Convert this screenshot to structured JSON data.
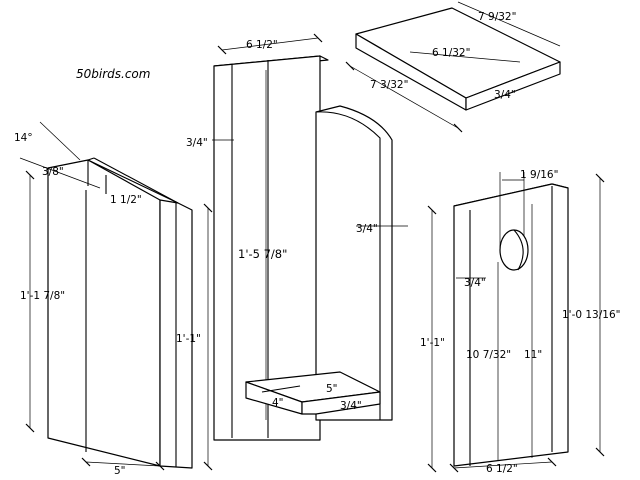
{
  "site_label": "50birds.com",
  "side_panel": {
    "angle": "14°",
    "top_offset": "3/8\"",
    "step": "1 1/2\"",
    "back_height": "1'-1 7/8\"",
    "front_height": "1'-1\"",
    "width": "5\""
  },
  "back_panel": {
    "width": "6 1/2\"",
    "thickness": "3/4\"",
    "height": "1'-5 7/8\""
  },
  "inner_panel": {
    "thickness": "3/4\""
  },
  "floor_panel": {
    "width": "5\"",
    "depth": "4\"",
    "thickness": "3/4\""
  },
  "roof_panel": {
    "length": "7 9/32\"",
    "depth": "6 1/32\"",
    "side": "7 3/32\"",
    "thickness": "3/4\""
  },
  "front_panel": {
    "hole_offset": "1 9/16\"",
    "thickness": "3/4\"",
    "overall_height": "1'-1\"",
    "hole_height": "10 7/32\"",
    "inner_height": "11\"",
    "right_height": "1'-0 13/16\"",
    "width": "6 1/2\""
  }
}
